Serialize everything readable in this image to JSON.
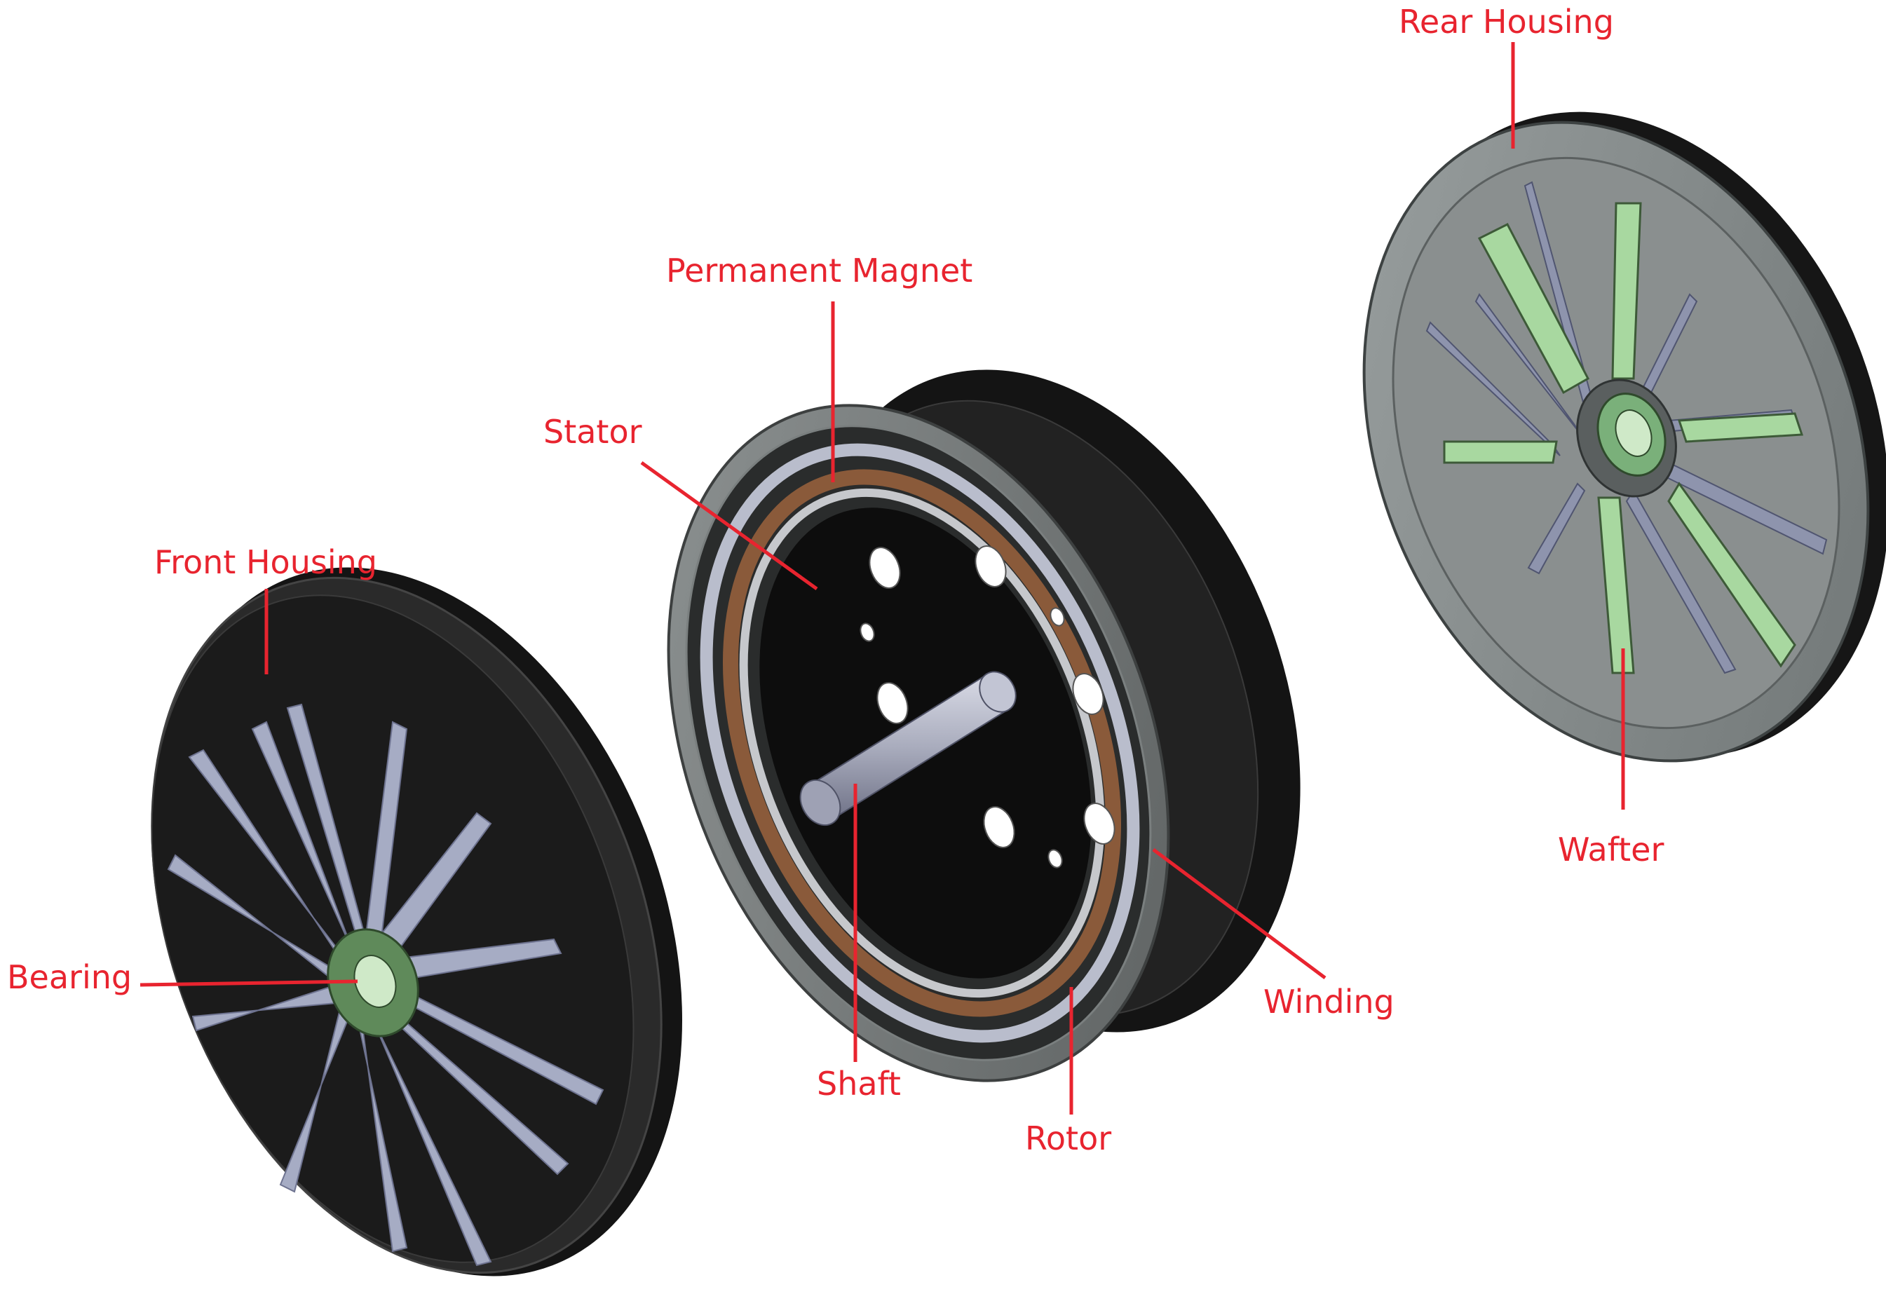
{
  "labels": {
    "rear_housing": "Rear Housing",
    "permanent_magnet": "Permanent Magnet",
    "stator": "Stator",
    "front_housing": "Front Housing",
    "bearing": "Bearing",
    "wafter": "Wafter",
    "winding": "Winding",
    "shaft": "Shaft",
    "rotor": "Rotor"
  },
  "colors": {
    "label": "#e8242f",
    "housing_dark": "#1a1a1a",
    "rear_face": "#8c9191",
    "spoke": "#9aa0b8",
    "green": "#a8d8a0",
    "copper": "#8a5a3a"
  }
}
